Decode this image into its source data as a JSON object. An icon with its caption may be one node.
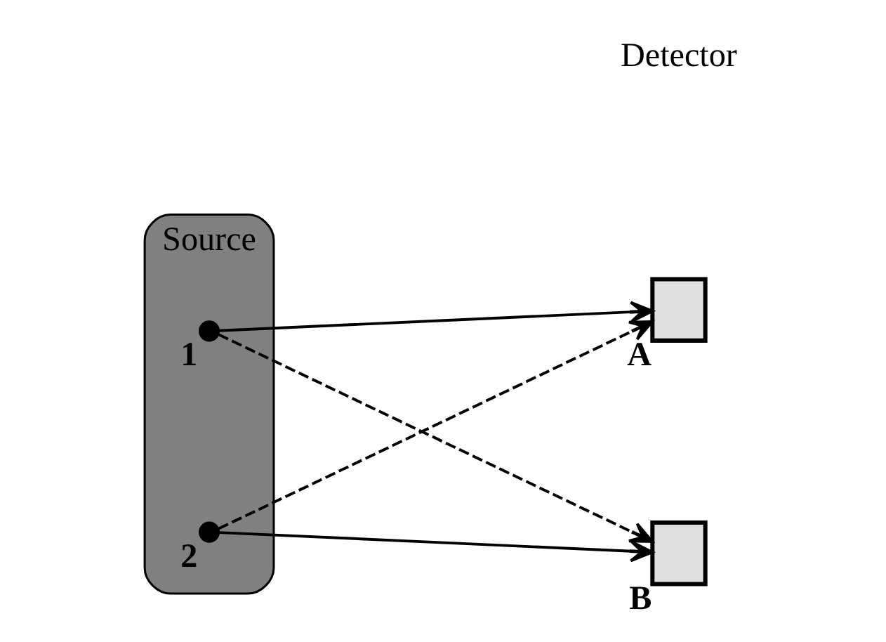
{
  "diagram": {
    "nodes": [
      {
        "text": [
          "Source"
        ]
      },
      {
        "text": [],
        "shape": "circle",
        "beside": [
          "1"
        ],
        "in": 0
      },
      {
        "text": [],
        "shape": "circle",
        "beside": [
          "2"
        ],
        "in": 0
      },
      {
        "text": [],
        "shape": "box",
        "beside": [
          "A"
        ]
      },
      {
        "text": [],
        "shape": "box",
        "beside": [
          "B"
        ]
      }
    ],
    "edges": [
      {
        "from": 1,
        "to": 3,
        "arrow": "to"
      },
      {
        "from": 1,
        "to": 4,
        "arrow": "to",
        "style": "dashed"
      },
      {
        "from": 2,
        "to": 3,
        "arrow": "to",
        "style": "dashed"
      },
      {
        "from": 2,
        "to": 4,
        "arrow": "to"
      }
    ],
    "labels": [
      "Detector"
    ]
  }
}
